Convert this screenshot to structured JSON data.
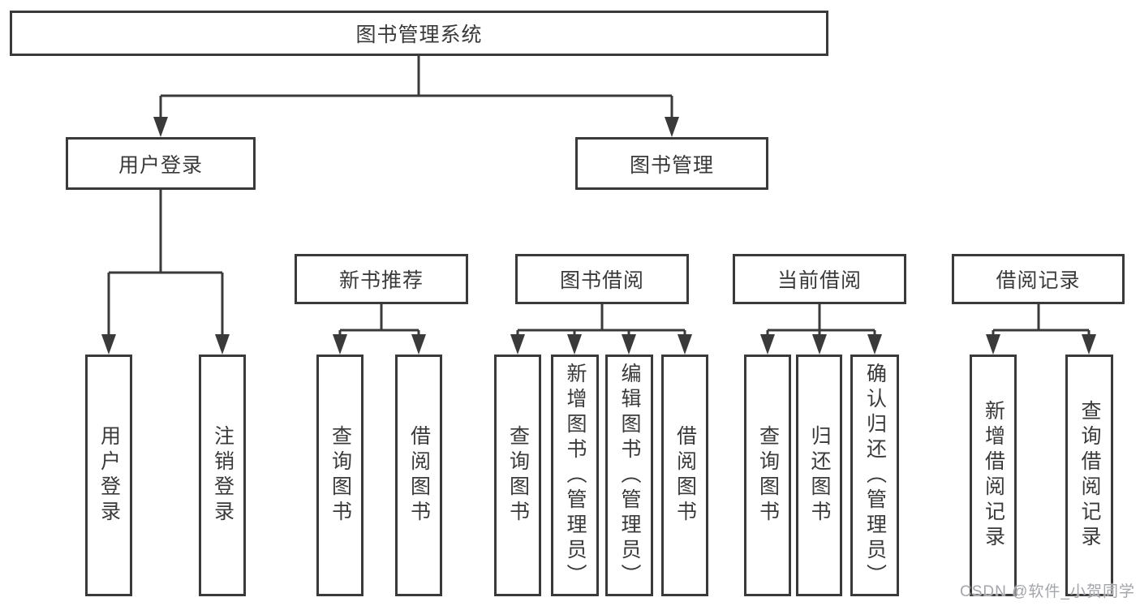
{
  "diagram_title": "图书管理系统",
  "tree": {
    "label": "图书管理系统",
    "children": [
      {
        "label": "用户登录",
        "children": [
          {
            "label": "用户登录"
          },
          {
            "label": "注销登录"
          }
        ]
      },
      {
        "label": "图书管理",
        "children": [
          {
            "label": "新书推荐",
            "children": [
              {
                "label": "查询图书"
              },
              {
                "label": "借阅图书"
              }
            ]
          },
          {
            "label": "图书借阅",
            "children": [
              {
                "label": "查询图书"
              },
              {
                "label": "新增图书（管理员）"
              },
              {
                "label": "编辑图书（管理员）"
              },
              {
                "label": "借阅图书"
              }
            ]
          },
          {
            "label": "当前借阅",
            "children": [
              {
                "label": "查询图书"
              },
              {
                "label": "归还图书"
              },
              {
                "label": "确认归还（管理员）"
              }
            ]
          },
          {
            "label": "借阅记录",
            "children": [
              {
                "label": "新增借阅记录"
              },
              {
                "label": "查询借阅记录"
              }
            ]
          }
        ]
      }
    ]
  },
  "watermark": {
    "text": "CSDN @软件_小贺同学"
  },
  "colors": {
    "line": "#3a3a3a",
    "text": "#3a3a3a",
    "box_background": "#ffffff",
    "page_background": "#ffffff",
    "watermark": "#9ea0a5"
  }
}
